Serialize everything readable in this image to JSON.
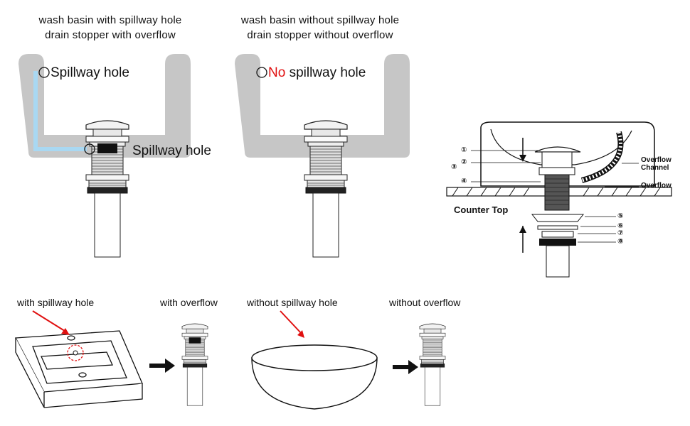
{
  "top_left": {
    "caption_line1": "wash basin with spillway hole",
    "caption_line2": "drain stopper with overflow",
    "label_top": "Spillway hole",
    "label_side": "Spillway hole"
  },
  "top_middle": {
    "caption_line1": "wash basin without spillway hole",
    "caption_line2": "drain stopper without overflow",
    "label_no": "No",
    "label_rest": " spillway hole"
  },
  "diagram": {
    "overflow_channel_1": "Overflow",
    "overflow_channel_2": "Channel",
    "overflow": "Overflow",
    "counter_top": "Counter Top",
    "numbers": [
      "①",
      "②",
      "③",
      "④",
      "⑤",
      "⑥",
      "⑦",
      "⑧"
    ]
  },
  "bottom": {
    "with_spillway": "with spillway hole",
    "with_overflow": "with overflow",
    "without_spillway": "without spillway hole",
    "without_overflow": "without overflow"
  },
  "colors": {
    "basin_gray": "#c4c4c4",
    "water_blue": "#a9d8f2",
    "accent_red": "#e01010"
  }
}
